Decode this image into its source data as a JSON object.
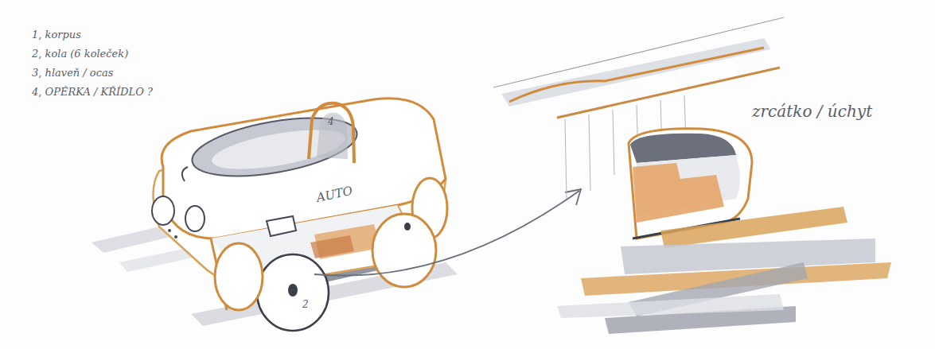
{
  "diagram": {
    "labels": [
      "1, korpus",
      "2, kola (6 koleček)",
      "3, hlaveň / ocas",
      "4, OPĚRKA / KŘÍDLO ?",
      "4",
      "AUTO",
      "2",
      "zrcátko / úchyt"
    ]
  }
}
